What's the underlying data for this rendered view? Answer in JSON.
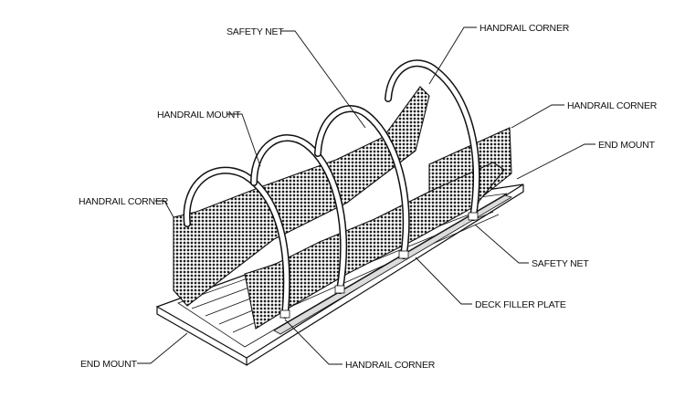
{
  "labels": {
    "safety_net_top": "SAFETY NET",
    "handrail_corner_top": "HANDRAIL CORNER",
    "handrail_mount": "HANDRAIL MOUNT",
    "handrail_corner_right": "HANDRAIL CORNER",
    "end_mount_right": "END MOUNT",
    "handrail_corner_left": "HANDRAIL CORNER",
    "safety_net_right": "SAFETY NET",
    "deck_filler_plate": "DECK FILLER PLATE",
    "end_mount_left": "END MOUNT",
    "handrail_corner_bottom": "HANDRAIL CORNER"
  },
  "colors": {
    "line": "#111111",
    "mesh": "#2a2a2a",
    "background": "#ffffff"
  }
}
